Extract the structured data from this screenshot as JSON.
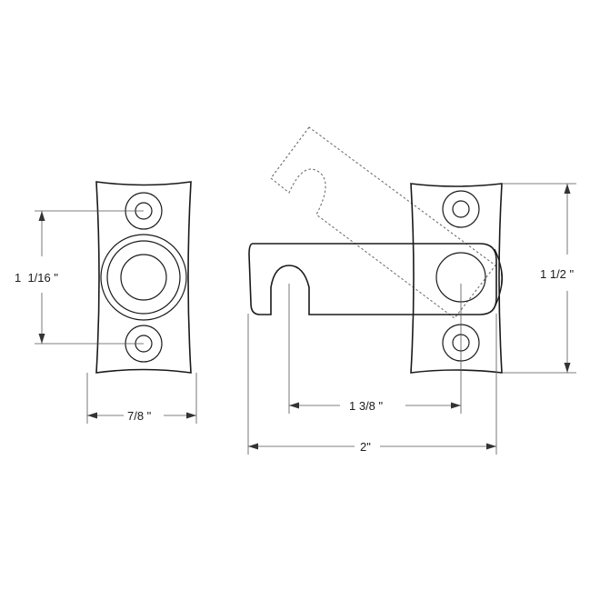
{
  "dimensions": {
    "strike_height": "1  1/16 \"",
    "strike_width": "7/8 \"",
    "hole_spacing": "1 3/8 \"",
    "overall_length": "2\"",
    "base_height": "1 1/2 \""
  }
}
